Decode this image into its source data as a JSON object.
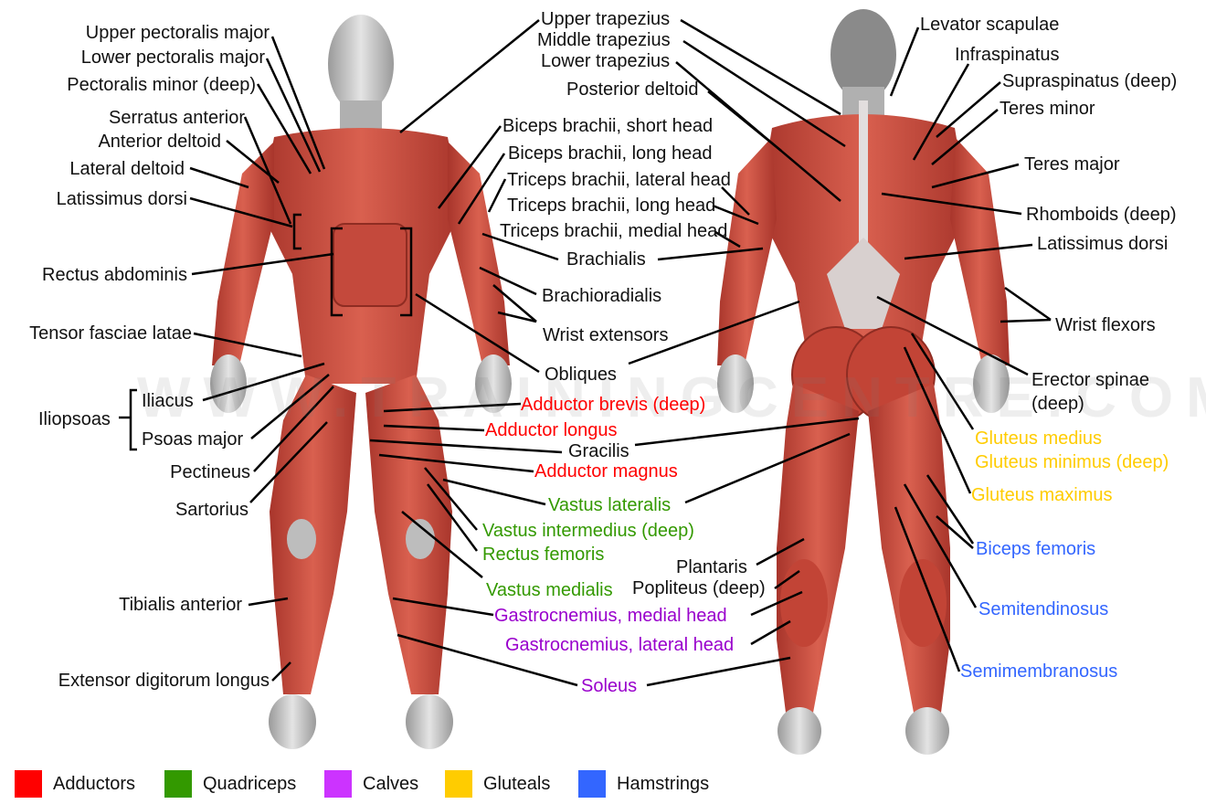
{
  "colors": {
    "adductors": "#ff0000",
    "quadriceps": "#339900",
    "calves": "#cc33ff",
    "gluteals": "#ffcc00",
    "hamstrings": "#3366ff",
    "default_text": "#111111",
    "muscle": "#c9473a",
    "skin": "#c8c8c8"
  },
  "watermark": "WWW.TRAININGCENTRE.COM",
  "front_labels": {
    "upper_pectoralis_major": "Upper pectoralis major",
    "lower_pectoralis_major": "Lower pectoralis major",
    "pectoralis_minor": "Pectoralis minor (deep)",
    "serratus_anterior": "Serratus anterior",
    "anterior_deltoid": "Anterior deltoid",
    "lateral_deltoid": "Lateral deltoid",
    "latissimus_dorsi": "Latissimus dorsi",
    "rectus_abdominis": "Rectus abdominis",
    "tensor_fasciae_latae": "Tensor fasciae latae",
    "iliopsoas": "Iliopsoas",
    "iliacus": "Iliacus",
    "psoas_major": "Psoas major",
    "pectineus": "Pectineus",
    "sartorius": "Sartorius",
    "tibialis_anterior": "Tibialis anterior",
    "extensor_digitorum_longus": "Extensor digitorum longus"
  },
  "center_labels": {
    "upper_trapezius": "Upper trapezius",
    "middle_trapezius": "Middle trapezius",
    "lower_trapezius": "Lower trapezius",
    "posterior_deltoid": "Posterior deltoid",
    "biceps_short": "Biceps brachii, short head",
    "biceps_long": "Biceps brachii, long head",
    "triceps_lateral": "Triceps brachii, lateral head",
    "triceps_long": "Triceps brachii, long head",
    "triceps_medial": "Triceps brachii, medial head",
    "brachialis": "Brachialis",
    "brachioradialis": "Brachioradialis",
    "wrist_extensors": "Wrist extensors",
    "obliques": "Obliques",
    "adductor_brevis": "Adductor brevis (deep)",
    "adductor_longus": "Adductor longus",
    "gracilis": "Gracilis",
    "adductor_magnus": "Adductor magnus",
    "vastus_lateralis": "Vastus lateralis",
    "vastus_intermedius": "Vastus intermedius (deep)",
    "rectus_femoris": "Rectus femoris",
    "vastus_medialis": "Vastus medialis",
    "plantaris": "Plantaris",
    "popliteus": "Popliteus (deep)",
    "gastroc_medial": "Gastrocnemius, medial head",
    "gastroc_lateral": "Gastrocnemius, lateral head",
    "soleus": "Soleus"
  },
  "back_labels": {
    "levator_scapulae": "Levator scapulae",
    "infraspinatus": "Infraspinatus",
    "supraspinatus": "Supraspinatus (deep)",
    "teres_minor": "Teres minor",
    "teres_major": "Teres major",
    "rhomboids": "Rhomboids (deep)",
    "latissimus_dorsi": "Latissimus dorsi",
    "wrist_flexors": "Wrist flexors",
    "erector_spinae_1": "Erector spinae",
    "erector_spinae_2": "(deep)",
    "gluteus_medius": "Gluteus medius",
    "gluteus_minimus": "Gluteus minimus (deep)",
    "gluteus_maximus": "Gluteus maximus",
    "biceps_femoris": "Biceps femoris",
    "semitendinosus": "Semitendinosus",
    "semimembranosus": "Semimembranosus"
  },
  "legend": [
    {
      "label": "Adductors",
      "color": "#ff0000"
    },
    {
      "label": "Quadriceps",
      "color": "#339900"
    },
    {
      "label": "Calves",
      "color": "#cc33ff"
    },
    {
      "label": "Gluteals",
      "color": "#ffcc00"
    },
    {
      "label": "Hamstrings",
      "color": "#3366ff"
    }
  ]
}
